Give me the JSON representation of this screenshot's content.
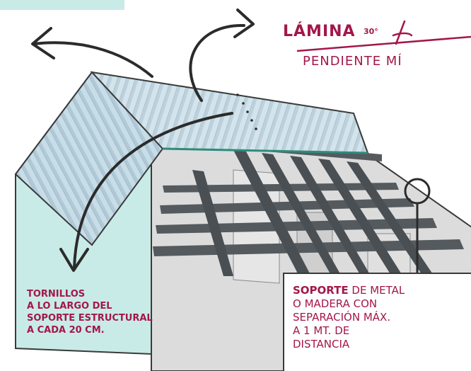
{
  "colors": {
    "accent": "#a3174a",
    "wall_fill": "#c9ebe7",
    "roof_sheet": "#c7dde8",
    "beam": "#555a5e",
    "interior_wall": "#d4d4d4",
    "outline": "#3a3a3a"
  },
  "title": "LÁMINA",
  "angle": "30°",
  "slope_label": "PENDIENTE MÍ",
  "screws_note": {
    "lines": [
      "TORNILLOS",
      "A LO LARGO DEL",
      "SOPORTE ESTRUCTURAL",
      "A CADA 20 CM."
    ]
  },
  "support_note": {
    "bold_word": "SOPORTE",
    "line1_rest": " DE METAL",
    "lines": [
      "O MADERA CON",
      "SEPARACIÓN MÁX.",
      "A 1 MT. DE",
      "DISTANCIA"
    ]
  },
  "icons": [
    "arrow-left-up",
    "arrow-right-up",
    "arrow-down-left",
    "angle-icon",
    "magnifier-circle"
  ]
}
